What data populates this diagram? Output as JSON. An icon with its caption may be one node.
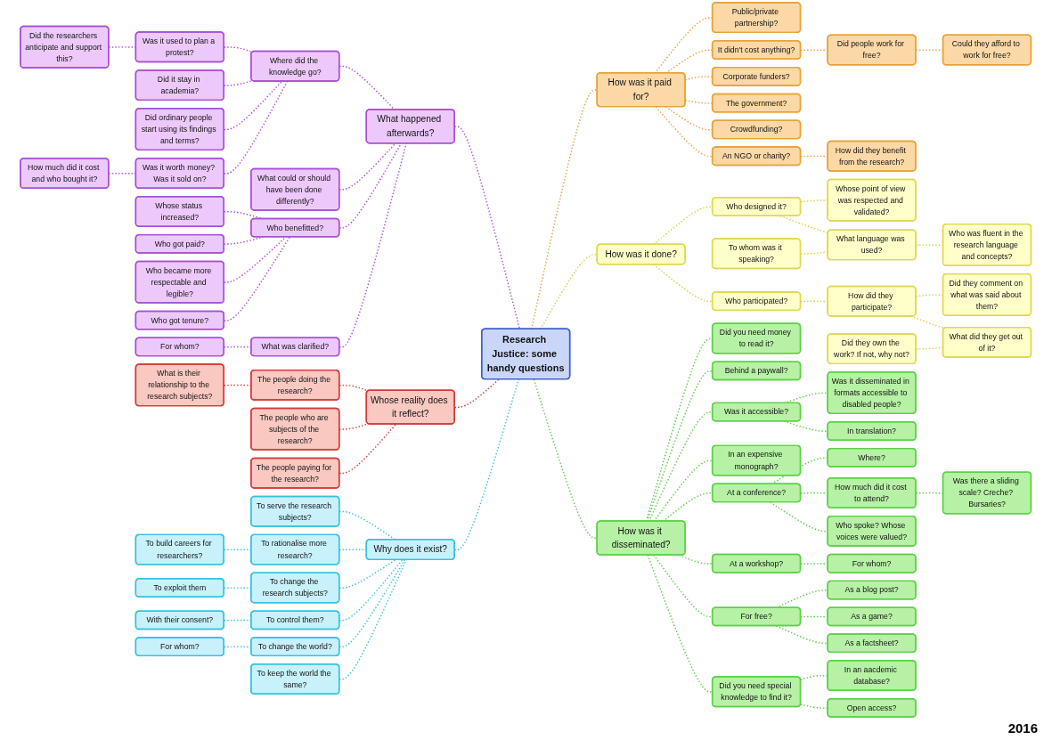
{
  "diagram": {
    "nodes": [
      {
        "text": [
          "Research Justice: some handy questions"
        ]
      },
      {
        "text": [
          "What happened afterwards?"
        ]
      },
      {
        "text": [
          "Where did the knowledge go?"
        ]
      },
      {
        "text": [
          "Was it used to plan a protest?"
        ]
      },
      {
        "text": [
          "Did the researchers anticipate and support this?"
        ]
      },
      {
        "text": [
          "Did it stay in academia?"
        ]
      },
      {
        "text": [
          "Did ordinary people start using its findings and terms?"
        ]
      },
      {
        "text": [
          "Was it worth money? Was it sold on?"
        ]
      },
      {
        "text": [
          "How much did it cost and who bought it?"
        ]
      },
      {
        "text": [
          "What could or should have been done differently?"
        ]
      },
      {
        "text": [
          "Who benefitted?"
        ]
      },
      {
        "text": [
          "Whose status increased?"
        ]
      },
      {
        "text": [
          "Who got paid?"
        ]
      },
      {
        "text": [
          "Who became more respectable and legible?"
        ]
      },
      {
        "text": [
          "Who got tenure?"
        ]
      },
      {
        "text": [
          "What was clarified?"
        ]
      },
      {
        "text": [
          "For whom?"
        ]
      },
      {
        "text": [
          "Whose reality does it reflect?"
        ]
      },
      {
        "text": [
          "The people doing the research?"
        ]
      },
      {
        "text": [
          "What is their relationship to the research subjects?"
        ]
      },
      {
        "text": [
          "The people who are subjects of the research?"
        ]
      },
      {
        "text": [
          "The people paying for the research?"
        ]
      },
      {
        "text": [
          "How was it paid for?"
        ]
      },
      {
        "text": [
          "Public/private partnership?"
        ]
      },
      {
        "text": [
          "It didn't cost anything?"
        ]
      },
      {
        "text": [
          "Did people work for free?"
        ]
      },
      {
        "text": [
          "Could they afford to work for free?"
        ]
      },
      {
        "text": [
          "Corporate funders?"
        ]
      },
      {
        "text": [
          "The government?"
        ]
      },
      {
        "text": [
          "Crowdfunding?"
        ]
      },
      {
        "text": [
          "An NGO or charity?"
        ]
      },
      {
        "text": [
          "How did they benefit from the research?"
        ]
      },
      {
        "text": [
          "How was it done?"
        ]
      },
      {
        "text": [
          "Who designed it?"
        ]
      },
      {
        "text": [
          "Whose point of view was respected and validated?"
        ]
      },
      {
        "text": [
          "What language was used?"
        ]
      },
      {
        "text": [
          "To whom was it speaking?"
        ]
      },
      {
        "text": [
          "Who was fluent in the research language and concepts?"
        ]
      },
      {
        "text": [
          "Who participated?"
        ]
      },
      {
        "text": [
          "How did they participate?"
        ]
      },
      {
        "text": [
          "Did they comment on what was said about them?"
        ]
      },
      {
        "text": [
          "What did they get out of it?"
        ]
      },
      {
        "text": [
          "Did they own the work? If not, why not?"
        ]
      },
      {
        "text": [
          "How was it disseminated?"
        ]
      },
      {
        "text": [
          "Did you need money to read it?"
        ]
      },
      {
        "text": [
          "Behind a paywall?"
        ]
      },
      {
        "text": [
          "Was it accessible?"
        ]
      },
      {
        "text": [
          "Was it disseminated in formats accessible to disabled people?"
        ]
      },
      {
        "text": [
          "In translation?"
        ]
      },
      {
        "text": [
          "In an expensive monograph?"
        ]
      },
      {
        "text": [
          "At a conference?"
        ]
      },
      {
        "text": [
          "Where?"
        ]
      },
      {
        "text": [
          "How much did it cost to attend?"
        ]
      },
      {
        "text": [
          "Was there a sliding scale? Creche? Bursaries?"
        ]
      },
      {
        "text": [
          "Who spoke? Whose voices were valued?"
        ]
      },
      {
        "text": [
          "At a workshop?"
        ]
      },
      {
        "text": [
          "For whom?"
        ]
      },
      {
        "text": [
          "For free?"
        ]
      },
      {
        "text": [
          "As a blog post?"
        ]
      },
      {
        "text": [
          "As a game?"
        ]
      },
      {
        "text": [
          "As a factsheet?"
        ]
      },
      {
        "text": [
          "Did you need special knowledge to find it?"
        ]
      },
      {
        "text": [
          "In an aacdemic database?"
        ]
      },
      {
        "text": [
          "Open access?"
        ]
      },
      {
        "text": [
          "Why does it exist?"
        ]
      },
      {
        "text": [
          "To serve the research subjects?"
        ]
      },
      {
        "text": [
          "To rationalise more research?"
        ]
      },
      {
        "text": [
          "To build careers for researchers?"
        ]
      },
      {
        "text": [
          "To change the research subjects?"
        ]
      },
      {
        "text": [
          "To exploit them"
        ]
      },
      {
        "text": [
          "To control them?"
        ]
      },
      {
        "text": [
          "With their consent?"
        ]
      },
      {
        "text": [
          "To change the world?"
        ]
      },
      {
        "text": [
          "For whom?"
        ]
      },
      {
        "text": [
          "To keep the world the same?"
        ]
      }
    ],
    "edges": [
      {
        "from": 1,
        "to": 0,
        "arrow": "none",
        "style": "dashed",
        "color": "#b050e0"
      },
      {
        "from": 2,
        "to": 1,
        "arrow": "none",
        "style": "dashed",
        "color": "#b050e0"
      },
      {
        "from": 3,
        "to": 2,
        "arrow": "none",
        "style": "dashed",
        "color": "#b050e0"
      },
      {
        "from": 4,
        "to": 3,
        "arrow": "none",
        "style": "dashed",
        "color": "#b050e0"
      },
      {
        "from": 5,
        "to": 2,
        "arrow": "none",
        "style": "dashed",
        "color": "#b050e0"
      },
      {
        "from": 6,
        "to": 2,
        "arrow": "none",
        "style": "dashed",
        "color": "#b050e0"
      },
      {
        "from": 7,
        "to": 2,
        "arrow": "none",
        "style": "dashed",
        "color": "#b050e0"
      },
      {
        "from": 8,
        "to": 7,
        "arrow": "none",
        "style": "dashed",
        "color": "#b050e0"
      },
      {
        "from": 9,
        "to": 1,
        "arrow": "none",
        "style": "dashed",
        "color": "#b050e0"
      },
      {
        "from": 10,
        "to": 1,
        "arrow": "none",
        "style": "dashed",
        "color": "#b050e0"
      },
      {
        "from": 11,
        "to": 10,
        "arrow": "none",
        "style": "dashed",
        "color": "#b050e0"
      },
      {
        "from": 12,
        "to": 10,
        "arrow": "none",
        "style": "dashed",
        "color": "#b050e0"
      },
      {
        "from": 13,
        "to": 10,
        "arrow": "none",
        "style": "dashed",
        "color": "#b050e0"
      },
      {
        "from": 14,
        "to": 10,
        "arrow": "none",
        "style": "dashed",
        "color": "#b050e0"
      },
      {
        "from": 15,
        "to": 1,
        "arrow": "none",
        "style": "dashed",
        "color": "#b050e0"
      },
      {
        "from": 16,
        "to": 15,
        "arrow": "none",
        "style": "dashed",
        "color": "#b050e0"
      },
      {
        "from": 17,
        "to": 0,
        "arrow": "none",
        "style": "dashed",
        "color": "#dd3c3c"
      },
      {
        "from": 18,
        "to": 17,
        "arrow": "none",
        "style": "dashed",
        "color": "#dd3c3c"
      },
      {
        "from": 19,
        "to": 18,
        "arrow": "none",
        "style": "dashed",
        "color": "#dd3c3c"
      },
      {
        "from": 20,
        "to": 17,
        "arrow": "none",
        "style": "dashed",
        "color": "#dd3c3c"
      },
      {
        "from": 21,
        "to": 17,
        "arrow": "none",
        "style": "dashed",
        "color": "#dd3c3c"
      },
      {
        "from": 0,
        "to": 22,
        "arrow": "none",
        "style": "dashed",
        "color": "#e5a53c"
      },
      {
        "from": 22,
        "to": 23,
        "arrow": "none",
        "style": "dashed",
        "color": "#e5a53c"
      },
      {
        "from": 22,
        "to": 24,
        "arrow": "none",
        "style": "dashed",
        "color": "#e5a53c"
      },
      {
        "from": 24,
        "to": 25,
        "arrow": "none",
        "style": "dashed",
        "color": "#e5a53c"
      },
      {
        "from": 25,
        "to": 26,
        "arrow": "none",
        "style": "dashed",
        "color": "#e5a53c"
      },
      {
        "from": 22,
        "to": 27,
        "arrow": "none",
        "style": "dashed",
        "color": "#e5a53c"
      },
      {
        "from": 22,
        "to": 28,
        "arrow": "none",
        "style": "dashed",
        "color": "#e5a53c"
      },
      {
        "from": 22,
        "to": 29,
        "arrow": "none",
        "style": "dashed",
        "color": "#e5a53c"
      },
      {
        "from": 22,
        "to": 30,
        "arrow": "none",
        "style": "dashed",
        "color": "#e5a53c"
      },
      {
        "from": 30,
        "to": 31,
        "arrow": "none",
        "style": "dashed",
        "color": "#e5a53c"
      },
      {
        "from": 0,
        "to": 32,
        "arrow": "none",
        "style": "dashed",
        "color": "#d8d040"
      },
      {
        "from": 32,
        "to": 33,
        "arrow": "none",
        "style": "dashed",
        "color": "#d8d040"
      },
      {
        "from": 33,
        "to": 34,
        "arrow": "none",
        "style": "dashed",
        "color": "#d8d040"
      },
      {
        "from": 33,
        "to": 35,
        "arrow": "none",
        "style": "dashed",
        "color": "#d8d040"
      },
      {
        "from": 36,
        "to": 35,
        "arrow": "none",
        "style": "dashed",
        "color": "#d8d040"
      },
      {
        "from": 35,
        "to": 37,
        "arrow": "none",
        "style": "dashed",
        "color": "#d8d040"
      },
      {
        "from": 32,
        "to": 38,
        "arrow": "none",
        "style": "dashed",
        "color": "#d8d040"
      },
      {
        "from": 38,
        "to": 39,
        "arrow": "none",
        "style": "dashed",
        "color": "#d8d040"
      },
      {
        "from": 39,
        "to": 40,
        "arrow": "none",
        "style": "dashed",
        "color": "#d8d040"
      },
      {
        "from": 39,
        "to": 41,
        "arrow": "none",
        "style": "dashed",
        "color": "#d8d040"
      },
      {
        "from": 42,
        "to": 41,
        "arrow": "none",
        "style": "dashed",
        "color": "#d8d040"
      },
      {
        "from": 0,
        "to": 43,
        "arrow": "none",
        "style": "dashed",
        "color": "#5bd045"
      },
      {
        "from": 43,
        "to": 44,
        "arrow": "none",
        "style": "dashed",
        "color": "#5bd045"
      },
      {
        "from": 43,
        "to": 45,
        "arrow": "none",
        "style": "dashed",
        "color": "#5bd045"
      },
      {
        "from": 43,
        "to": 46,
        "arrow": "none",
        "style": "dashed",
        "color": "#5bd045"
      },
      {
        "from": 46,
        "to": 47,
        "arrow": "none",
        "style": "dashed",
        "color": "#5bd045"
      },
      {
        "from": 46,
        "to": 48,
        "arrow": "none",
        "style": "dashed",
        "color": "#5bd045"
      },
      {
        "from": 43,
        "to": 49,
        "arrow": "none",
        "style": "dashed",
        "color": "#5bd045"
      },
      {
        "from": 43,
        "to": 50,
        "arrow": "none",
        "style": "dashed",
        "color": "#5bd045"
      },
      {
        "from": 50,
        "to": 51,
        "arrow": "none",
        "style": "dashed",
        "color": "#5bd045"
      },
      {
        "from": 50,
        "to": 52,
        "arrow": "none",
        "style": "dashed",
        "color": "#5bd045"
      },
      {
        "from": 52,
        "to": 53,
        "arrow": "none",
        "style": "dashed",
        "color": "#5bd045"
      },
      {
        "from": 50,
        "to": 54,
        "arrow": "none",
        "style": "dashed",
        "color": "#5bd045"
      },
      {
        "from": 43,
        "to": 55,
        "arrow": "none",
        "style": "dashed",
        "color": "#5bd045"
      },
      {
        "from": 55,
        "to": 56,
        "arrow": "none",
        "style": "dashed",
        "color": "#5bd045"
      },
      {
        "from": 43,
        "to": 57,
        "arrow": "none",
        "style": "dashed",
        "color": "#5bd045"
      },
      {
        "from": 57,
        "to": 58,
        "arrow": "none",
        "style": "dashed",
        "color": "#5bd045"
      },
      {
        "from": 57,
        "to": 59,
        "arrow": "none",
        "style": "dashed",
        "color": "#5bd045"
      },
      {
        "from": 57,
        "to": 60,
        "arrow": "none",
        "style": "dashed",
        "color": "#5bd045"
      },
      {
        "from": 43,
        "to": 61,
        "arrow": "none",
        "style": "dashed",
        "color": "#5bd045"
      },
      {
        "from": 61,
        "to": 62,
        "arrow": "none",
        "style": "dashed",
        "color": "#5bd045"
      },
      {
        "from": 61,
        "to": 63,
        "arrow": "none",
        "style": "dashed",
        "color": "#5bd045"
      },
      {
        "from": 64,
        "to": 0,
        "arrow": "none",
        "style": "dashed",
        "color": "#3cc3e3"
      },
      {
        "from": 65,
        "to": 64,
        "arrow": "none",
        "style": "dashed",
        "color": "#3cc3e3"
      },
      {
        "from": 66,
        "to": 64,
        "arrow": "none",
        "style": "dashed",
        "color": "#3cc3e3"
      },
      {
        "from": 67,
        "to": 66,
        "arrow": "none",
        "style": "dashed",
        "color": "#3cc3e3"
      },
      {
        "from": 68,
        "to": 64,
        "arrow": "none",
        "style": "dashed",
        "color": "#3cc3e3"
      },
      {
        "from": 69,
        "to": 68,
        "arrow": "none",
        "style": "dashed",
        "color": "#3cc3e3"
      },
      {
        "from": 70,
        "to": 64,
        "arrow": "none",
        "style": "dashed",
        "color": "#3cc3e3"
      },
      {
        "from": 71,
        "to": 70,
        "arrow": "none",
        "style": "dashed",
        "color": "#3cc3e3"
      },
      {
        "from": 72,
        "to": 64,
        "arrow": "none",
        "style": "dashed",
        "color": "#3cc3e3"
      },
      {
        "from": 73,
        "to": 72,
        "arrow": "none",
        "style": "dashed",
        "color": "#3cc3e3"
      },
      {
        "from": 74,
        "to": 64,
        "arrow": "none",
        "style": "dashed",
        "color": "#3cc3e3"
      }
    ],
    "labels": [
      "2016"
    ]
  }
}
